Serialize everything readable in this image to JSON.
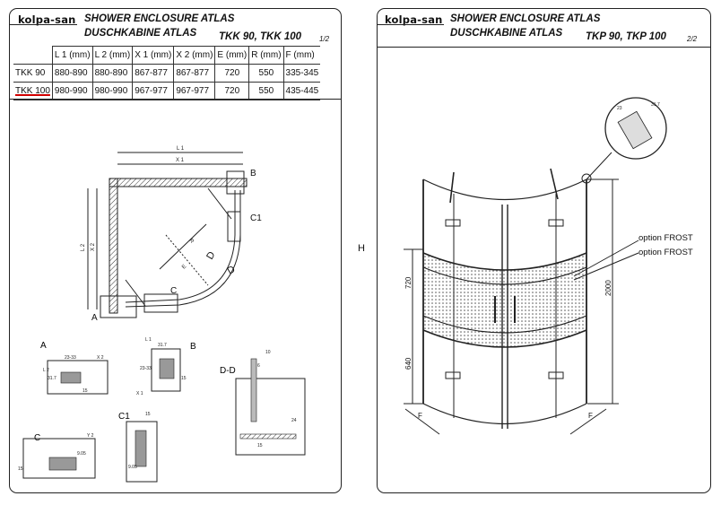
{
  "sheet1": {
    "logo": "kolpa-san",
    "title_1": "SHOWER ENCLOSURE ATLAS",
    "title_2": "DUSCHKABINE  ATLAS",
    "models": "TKK 90, TKK 100",
    "page": "1/2",
    "table": {
      "headers": [
        "",
        "L 1 (mm)",
        "L 2 (mm)",
        "X 1 (mm)",
        "X 2 (mm)",
        "E  (mm)",
        "R (mm)",
        "F (mm)"
      ],
      "rows": [
        [
          "TKK 90",
          "880-890",
          "880-890",
          "867-877",
          "867-877",
          "720",
          "550",
          "335-345"
        ],
        [
          "TKK 100",
          "980-990",
          "980-990",
          "967-977",
          "967-977",
          "720",
          "550",
          "435-445"
        ]
      ]
    },
    "plan_labels": {
      "l1": "L 1",
      "x1": "X 1",
      "l2": "L 2",
      "x2": "X 2",
      "d": "D",
      "r": "R",
      "e": "E",
      "b": "B",
      "c1": "C1",
      "c": "C",
      "a": "A"
    },
    "details": {
      "a_title": "A",
      "a_dims": [
        "23-33",
        "X 2",
        "L 2",
        "31.7",
        "15"
      ],
      "b_title": "B",
      "b_dims": [
        "L 1",
        "31.7",
        "23-33",
        "X 1",
        "15"
      ],
      "dd_title": "D-D",
      "dd_dims": [
        "10",
        "6",
        "24",
        "15"
      ],
      "c1_title": "C1",
      "c1_dims": [
        "15",
        "9.05"
      ],
      "c_title": "C",
      "c_dims": [
        "Y 2",
        "15",
        "9.05"
      ]
    }
  },
  "sheet2": {
    "logo": "kolpa-san",
    "title_1": "SHOWER ENCLOSURE ATLAS",
    "title_2": "DUSCHKABINE  ATLAS",
    "models": "TKP 90, TKP 100",
    "page": "2/2",
    "option_1": "option FROST",
    "option_2": "option FROST",
    "dim_height": "2000",
    "dim_720": "720",
    "dim_640": "640",
    "dim_f": "F",
    "detail_dims": [
      "23",
      "31.7"
    ]
  },
  "divider_mark": "H"
}
